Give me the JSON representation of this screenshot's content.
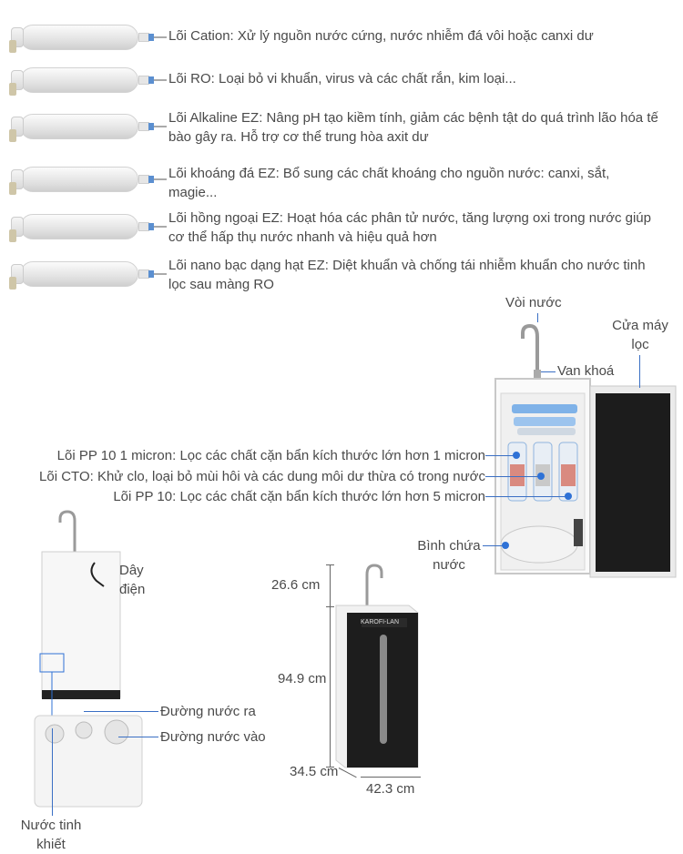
{
  "filters": [
    {
      "label": "Lõi Cation:  Xử lý nguồn nước cứng, nước nhiễm đá vôi hoặc canxi dư"
    },
    {
      "label": "Lõi RO: Loại bỏ vi khuẩn, virus và các chất rắn, kim loại..."
    },
    {
      "label": "Lõi Alkaline EZ: Nâng pH tạo kiềm tính, giảm các bệnh tật do quá trình lão hóa tế bào gây ra. Hỗ trợ cơ thể trung hòa axit dư"
    },
    {
      "label": "Lõi khoáng đá EZ: Bổ sung các chất khoáng cho nguồn nước: canxi, sắt, magie..."
    },
    {
      "label": "Lõi hồng ngoại EZ: Hoạt hóa các phân tử nước, tăng lượng oxi trong nước giúp cơ thể hấp thụ nước nhanh và hiệu quả hơn"
    },
    {
      "label": "Lõi nano bạc dạng hạt EZ: Diệt khuẩn và chống tái nhiễm khuẩn cho nước tinh lọc sau màng RO"
    }
  ],
  "machine": {
    "faucet": "Vòi nước",
    "door_line1": "Cửa máy",
    "door_line2": "lọc",
    "valve": "Van khoá",
    "pp1": "Lõi PP 10 1 micron: Lọc các chất cặn bẩn kích thước lớn hơn 1 micron",
    "cto": "Lõi CTO: Khử clo, loại bỏ mùi hôi và các dung môi dư thừa có trong nước",
    "pp5": "Lõi PP 10: Lọc các chất cặn bẩn kích thước lớn hơn 5 micron",
    "tank_line1": "Bình chứa",
    "tank_line2": "nước"
  },
  "rear": {
    "cable_line1": "Dây",
    "cable_line2": "điện",
    "water_out": "Đường nước ra",
    "water_in": "Đường nước vào",
    "pure_line1": "Nước tinh",
    "pure_line2": "khiết"
  },
  "dimensions": {
    "faucet_height": "26.6 cm",
    "body_height": "94.9 cm",
    "depth": "34.5 cm",
    "width": "42.3 cm",
    "brand": "KAROFI-LAN"
  },
  "colors": {
    "accent": "#2f72d6",
    "text": "#4a4a4a",
    "cabinet": "#1c1c1c"
  }
}
